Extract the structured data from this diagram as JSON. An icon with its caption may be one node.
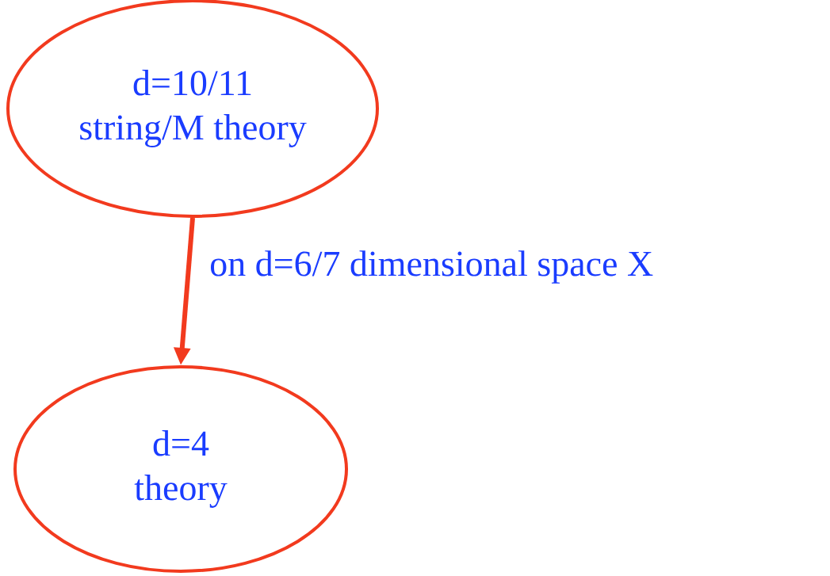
{
  "diagram": {
    "nodes": [
      {
        "text": [
          "d=10/11",
          "string/M theory"
        ]
      },
      {
        "text": [
          "d=4",
          "theory"
        ]
      }
    ],
    "edges": [
      {
        "from": 0,
        "to": 1,
        "arrow": "to",
        "label": "on d=6/7 dimensional space X"
      }
    ]
  }
}
